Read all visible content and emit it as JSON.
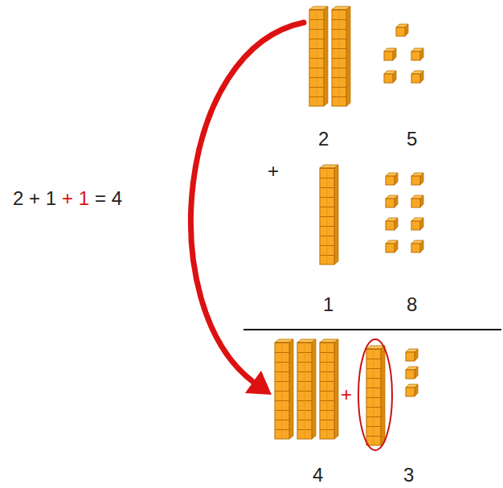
{
  "diagram": {
    "labels": [
      "2 + 1",
      "+ 1",
      "= 4",
      "2",
      "5",
      "+",
      "1",
      "8",
      "+",
      "4",
      "3"
    ]
  }
}
